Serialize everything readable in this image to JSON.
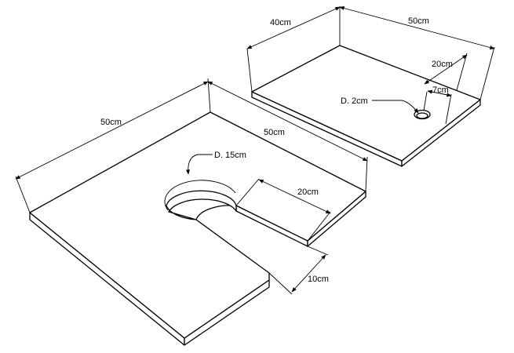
{
  "top_right_panel": {
    "depth_label": "40cm",
    "width_label": "50cm",
    "hole_offset_back_label": "20cm",
    "hole_offset_side_label": "7cm",
    "hole_label": "D. 2cm"
  },
  "bottom_left_panel": {
    "left_edge_label": "50cm",
    "right_edge_label": "50cm",
    "circle_label": "D. 15cm",
    "slot_length_label": "20cm",
    "slot_width_label": "10cm"
  },
  "colors": {
    "line": "#000000",
    "background": "#ffffff"
  }
}
